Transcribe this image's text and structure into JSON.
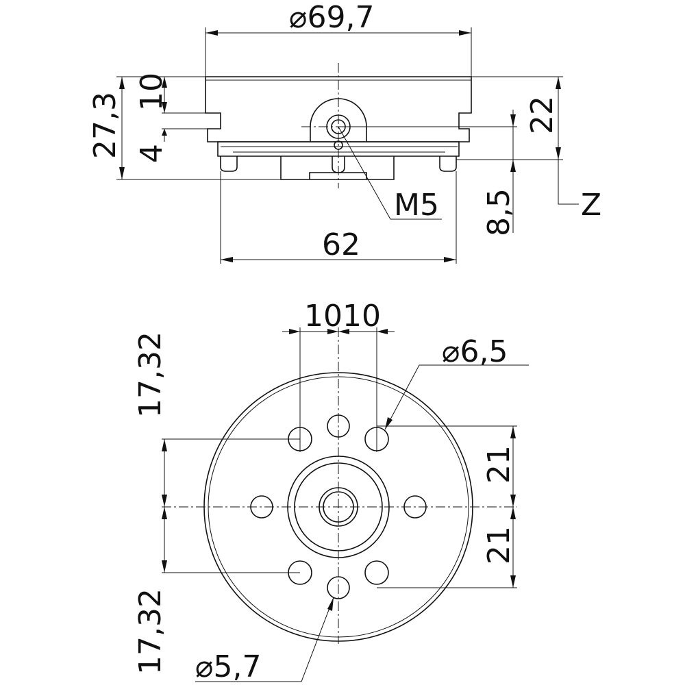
{
  "drawing": {
    "side_view": {
      "overall_diameter": "69,7",
      "total_height": "27,3",
      "top_height": "10",
      "step_height": "4",
      "height_to_z": "22",
      "z_offset": "8,5",
      "thread_label": "M5",
      "datum_label": "Z",
      "base_width": "62"
    },
    "top_view": {
      "spacing_left": "10",
      "spacing_right": "10",
      "hole_diameter_large": "6,5",
      "hole_diameter_small": "5,7",
      "vertical_upper": "21",
      "vertical_lower": "21",
      "left_upper": "17,32",
      "left_lower": "17,32"
    },
    "diameter_symbol": "⌀"
  },
  "colors": {
    "line": "#111111",
    "background": "#ffffff"
  }
}
